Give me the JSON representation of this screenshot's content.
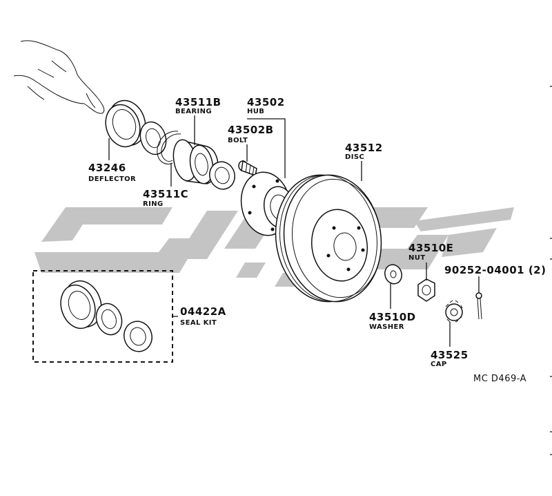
{
  "diagram_code": "MC D469-A",
  "parts": [
    {
      "id": "deflector",
      "number": "43246",
      "name": "DEFLECTOR"
    },
    {
      "id": "bearing",
      "number": "43511B",
      "name": "BEARING"
    },
    {
      "id": "ring",
      "number": "43511C",
      "name": "RING"
    },
    {
      "id": "hub",
      "number": "43502",
      "name": "HUB"
    },
    {
      "id": "bolt",
      "number": "43502B",
      "name": "BOLT"
    },
    {
      "id": "disc",
      "number": "43512",
      "name": "DISC"
    },
    {
      "id": "nut",
      "number": "43510E",
      "name": "NUT"
    },
    {
      "id": "washer",
      "number": "43510D",
      "name": "WASHER"
    },
    {
      "id": "cotter-pin",
      "number": "90252-04001 (2)",
      "name": ""
    },
    {
      "id": "cap",
      "number": "43525",
      "name": "CAP"
    },
    {
      "id": "seal-kit",
      "number": "04422A",
      "name": "SEAL KIT"
    }
  ],
  "colors": {
    "line": "#111111",
    "watermark": "#c4c4c4",
    "background": "#ffffff"
  }
}
